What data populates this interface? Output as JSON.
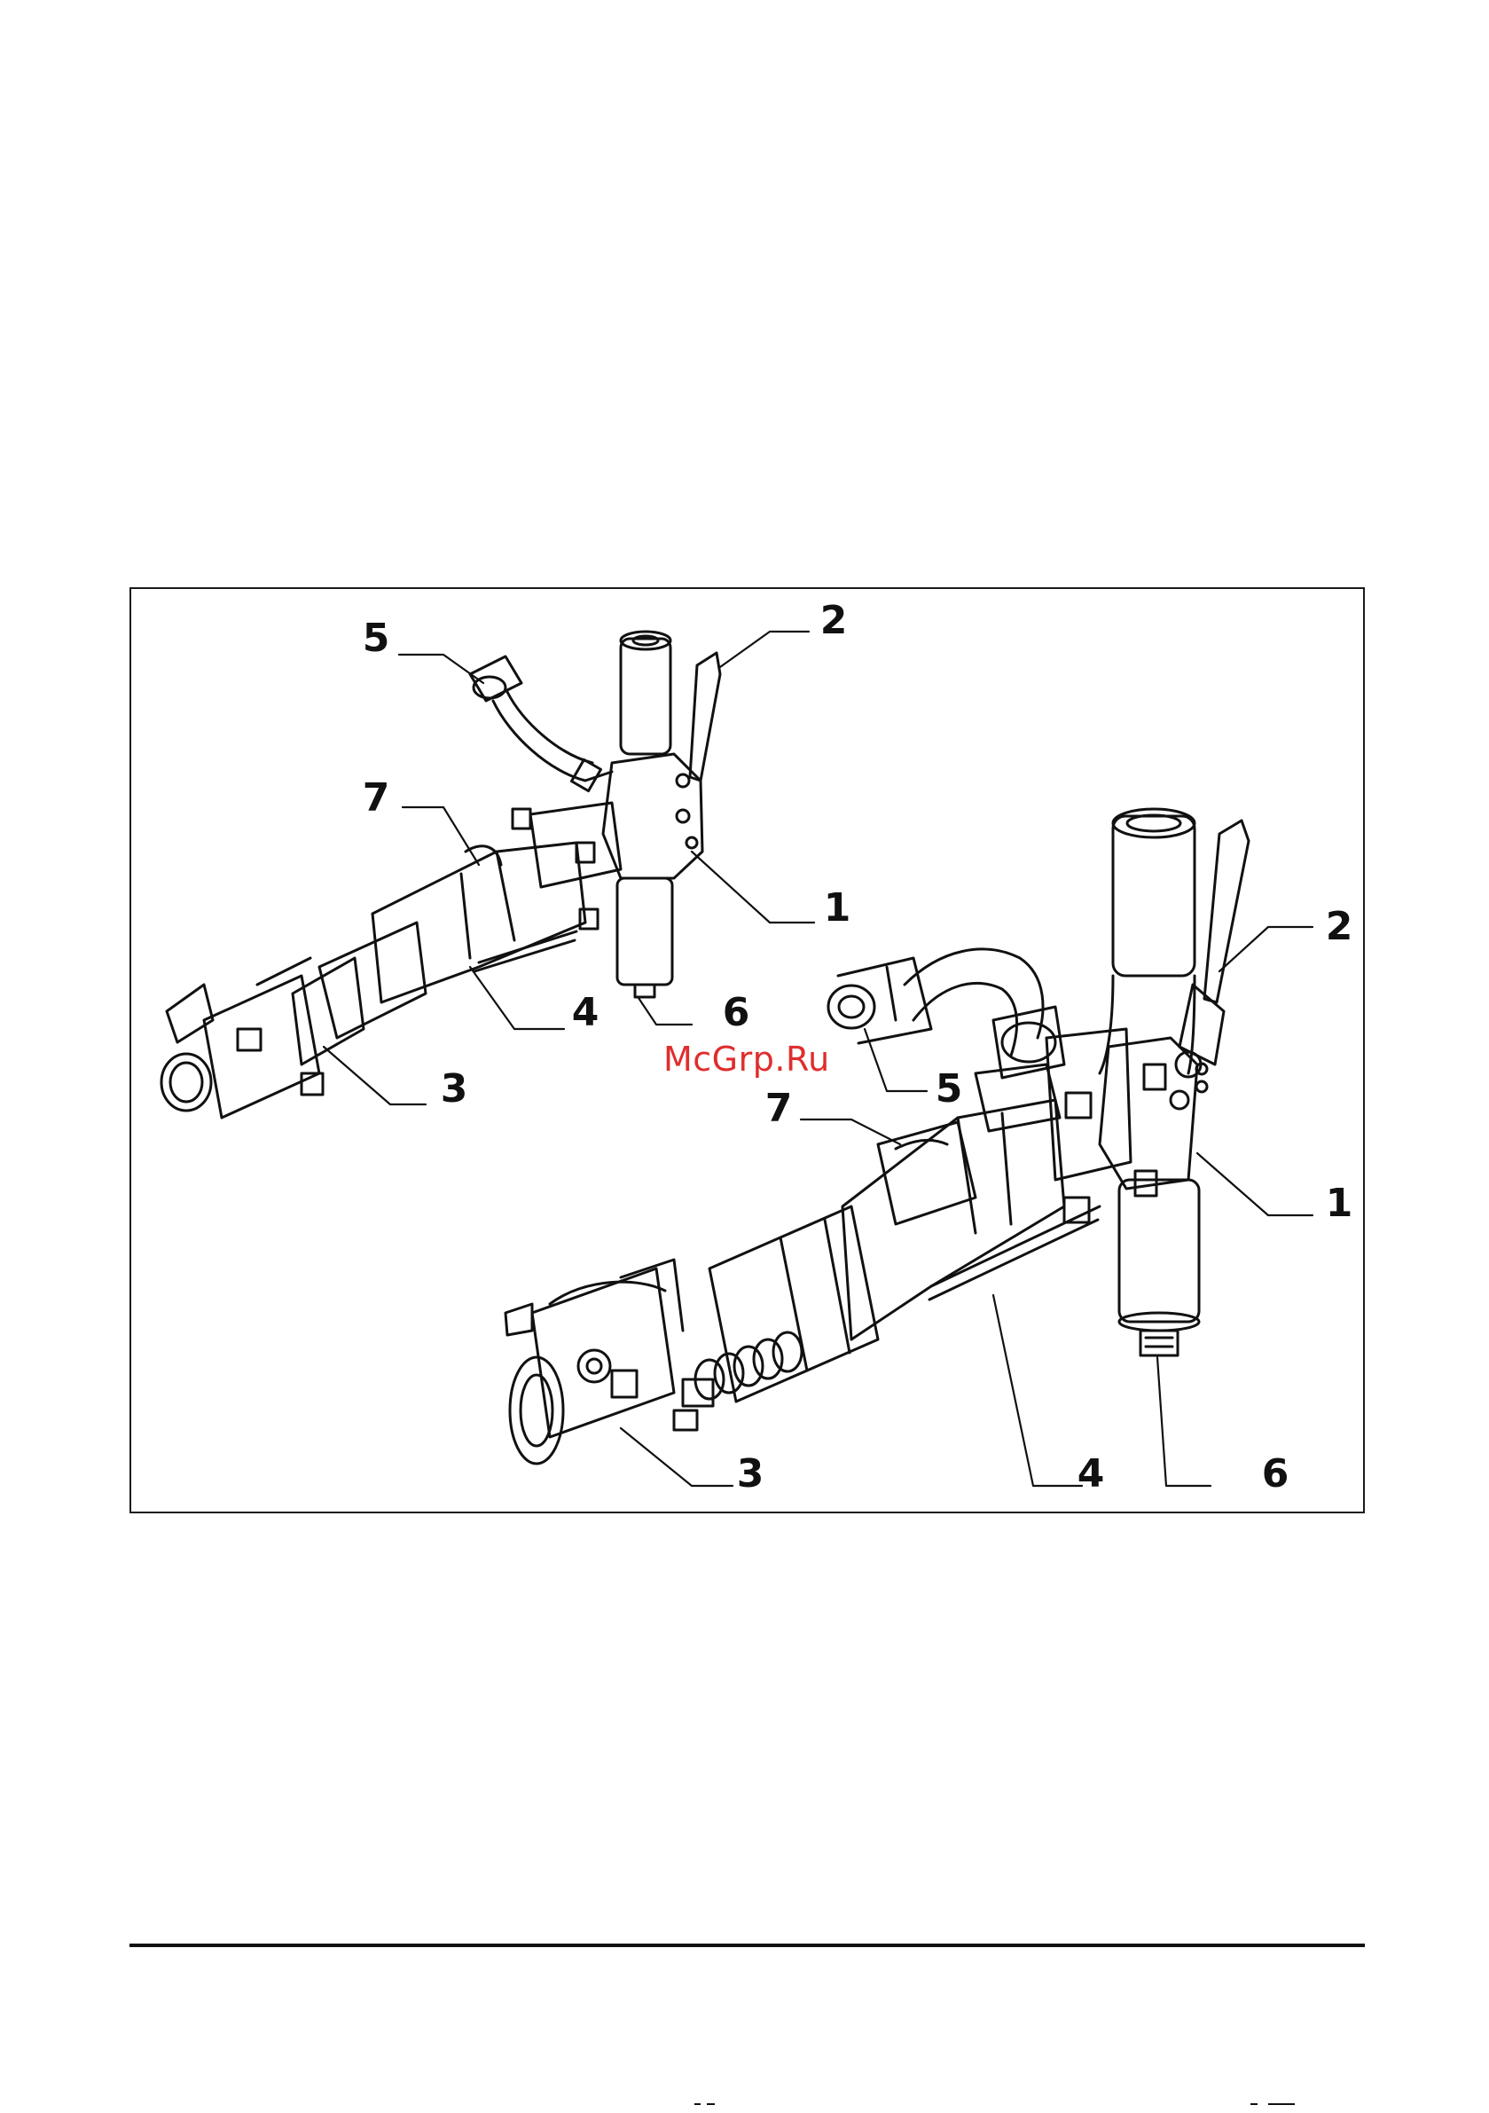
{
  "figure": {
    "callouts": {
      "top_1": "1",
      "top_2": "2",
      "top_3": "3",
      "top_4": "4",
      "top_5": "5",
      "top_6": "6",
      "top_7": "7",
      "bottom_1": "1",
      "bottom_2": "2",
      "bottom_3": "3",
      "bottom_4": "4",
      "bottom_5": "5",
      "bottom_6": "6",
      "bottom_7": "7"
    }
  },
  "watermark": "McGrp.Ru",
  "colors": {
    "line": "#111111",
    "watermark": "#e02d2d",
    "background": "#ffffff"
  }
}
